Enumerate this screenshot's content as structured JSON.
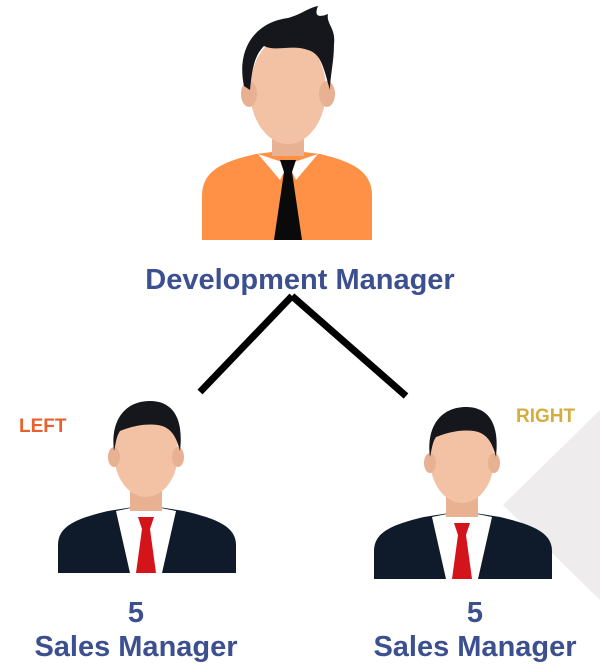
{
  "top_node": {
    "title": "Development Manager"
  },
  "left_node": {
    "tag": "LEFT",
    "count": "5",
    "title": "Sales Manager"
  },
  "right_node": {
    "tag": "RIGHT",
    "count": "5",
    "title": "Sales Manager"
  },
  "colors": {
    "title": "#3c4f8f",
    "left_tag": "#e8602c",
    "right_tag": "#d4ad3d",
    "shirt_orange": "#ff9147",
    "skin": "#f3c2a5",
    "hair": "#15171c",
    "suit": "#0f1b2b",
    "tie_red": "#d4141b"
  }
}
